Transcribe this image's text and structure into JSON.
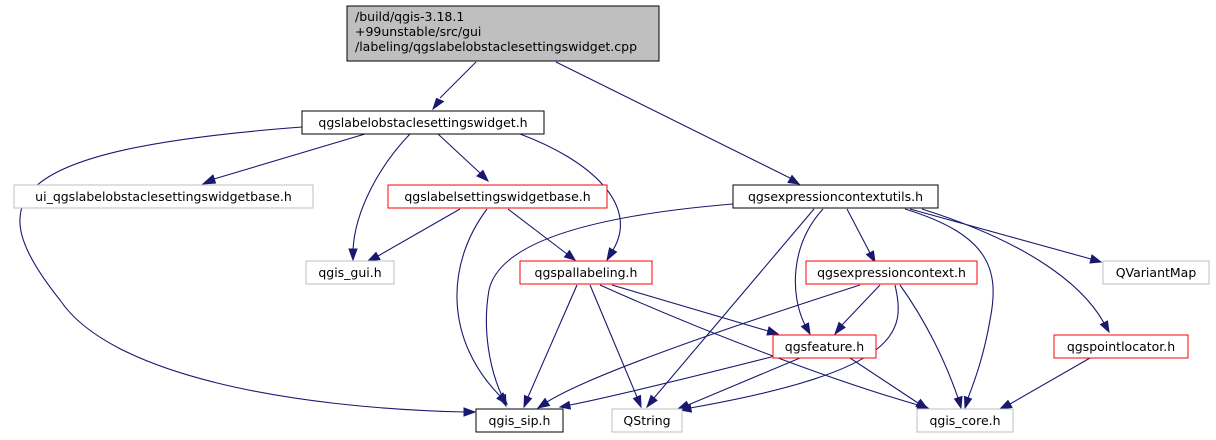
{
  "diagram": {
    "title": "include dependency graph",
    "colors": {
      "edge": "#191970",
      "root_fill": "#bfbfbf",
      "root_border": "#000000",
      "documented_border": "#000000",
      "truncated_border": "#ff0000",
      "external_border": "#bfbfbf"
    },
    "nodes": {
      "root": {
        "lines": [
          "/build/qgis-3.18.1",
          "+99unstable/src/gui",
          "/labeling/qgslabelobstaclesettingswidget.cpp"
        ]
      },
      "obstacle_widget_h": {
        "label": "qgslabelobstaclesettingswidget.h"
      },
      "ui_base_h": {
        "label": "ui_qgslabelobstaclesettingswidgetbase.h"
      },
      "settings_base_h": {
        "label": "qgslabelsettingswidgetbase.h"
      },
      "exprutils_h": {
        "label": "qgsexpressioncontextutils.h"
      },
      "gis_gui_h": {
        "label": "qgis_gui.h"
      },
      "pallabeling_h": {
        "label": "qgspallabeling.h"
      },
      "exprcontext_h": {
        "label": "qgsexpressioncontext.h"
      },
      "qvariantmap": {
        "label": "QVariantMap"
      },
      "feature_h": {
        "label": "qgsfeature.h"
      },
      "pointlocator_h": {
        "label": "qgspointlocator.h"
      },
      "gis_sip_h": {
        "label": "qgis_sip.h"
      },
      "qstring": {
        "label": "QString"
      },
      "gis_core_h": {
        "label": "qgis_core.h"
      }
    }
  }
}
